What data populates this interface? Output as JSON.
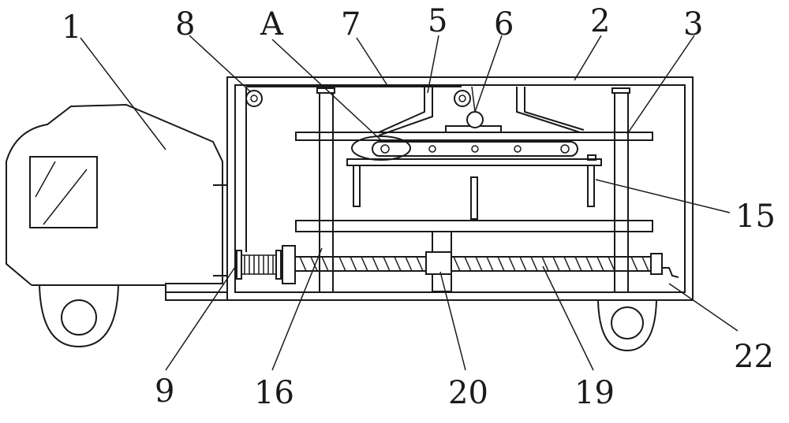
{
  "callouts": [
    {
      "id": "1",
      "text": "1"
    },
    {
      "id": "8",
      "text": "8"
    },
    {
      "id": "A",
      "text": "A"
    },
    {
      "id": "7",
      "text": "7"
    },
    {
      "id": "5",
      "text": "5"
    },
    {
      "id": "6",
      "text": "6"
    },
    {
      "id": "2",
      "text": "2"
    },
    {
      "id": "3",
      "text": "3"
    },
    {
      "id": "15",
      "text": "15"
    },
    {
      "id": "22",
      "text": "22"
    },
    {
      "id": "9",
      "text": "9"
    },
    {
      "id": "16",
      "text": "16"
    },
    {
      "id": "20",
      "text": "20"
    },
    {
      "id": "19",
      "text": "19"
    }
  ]
}
